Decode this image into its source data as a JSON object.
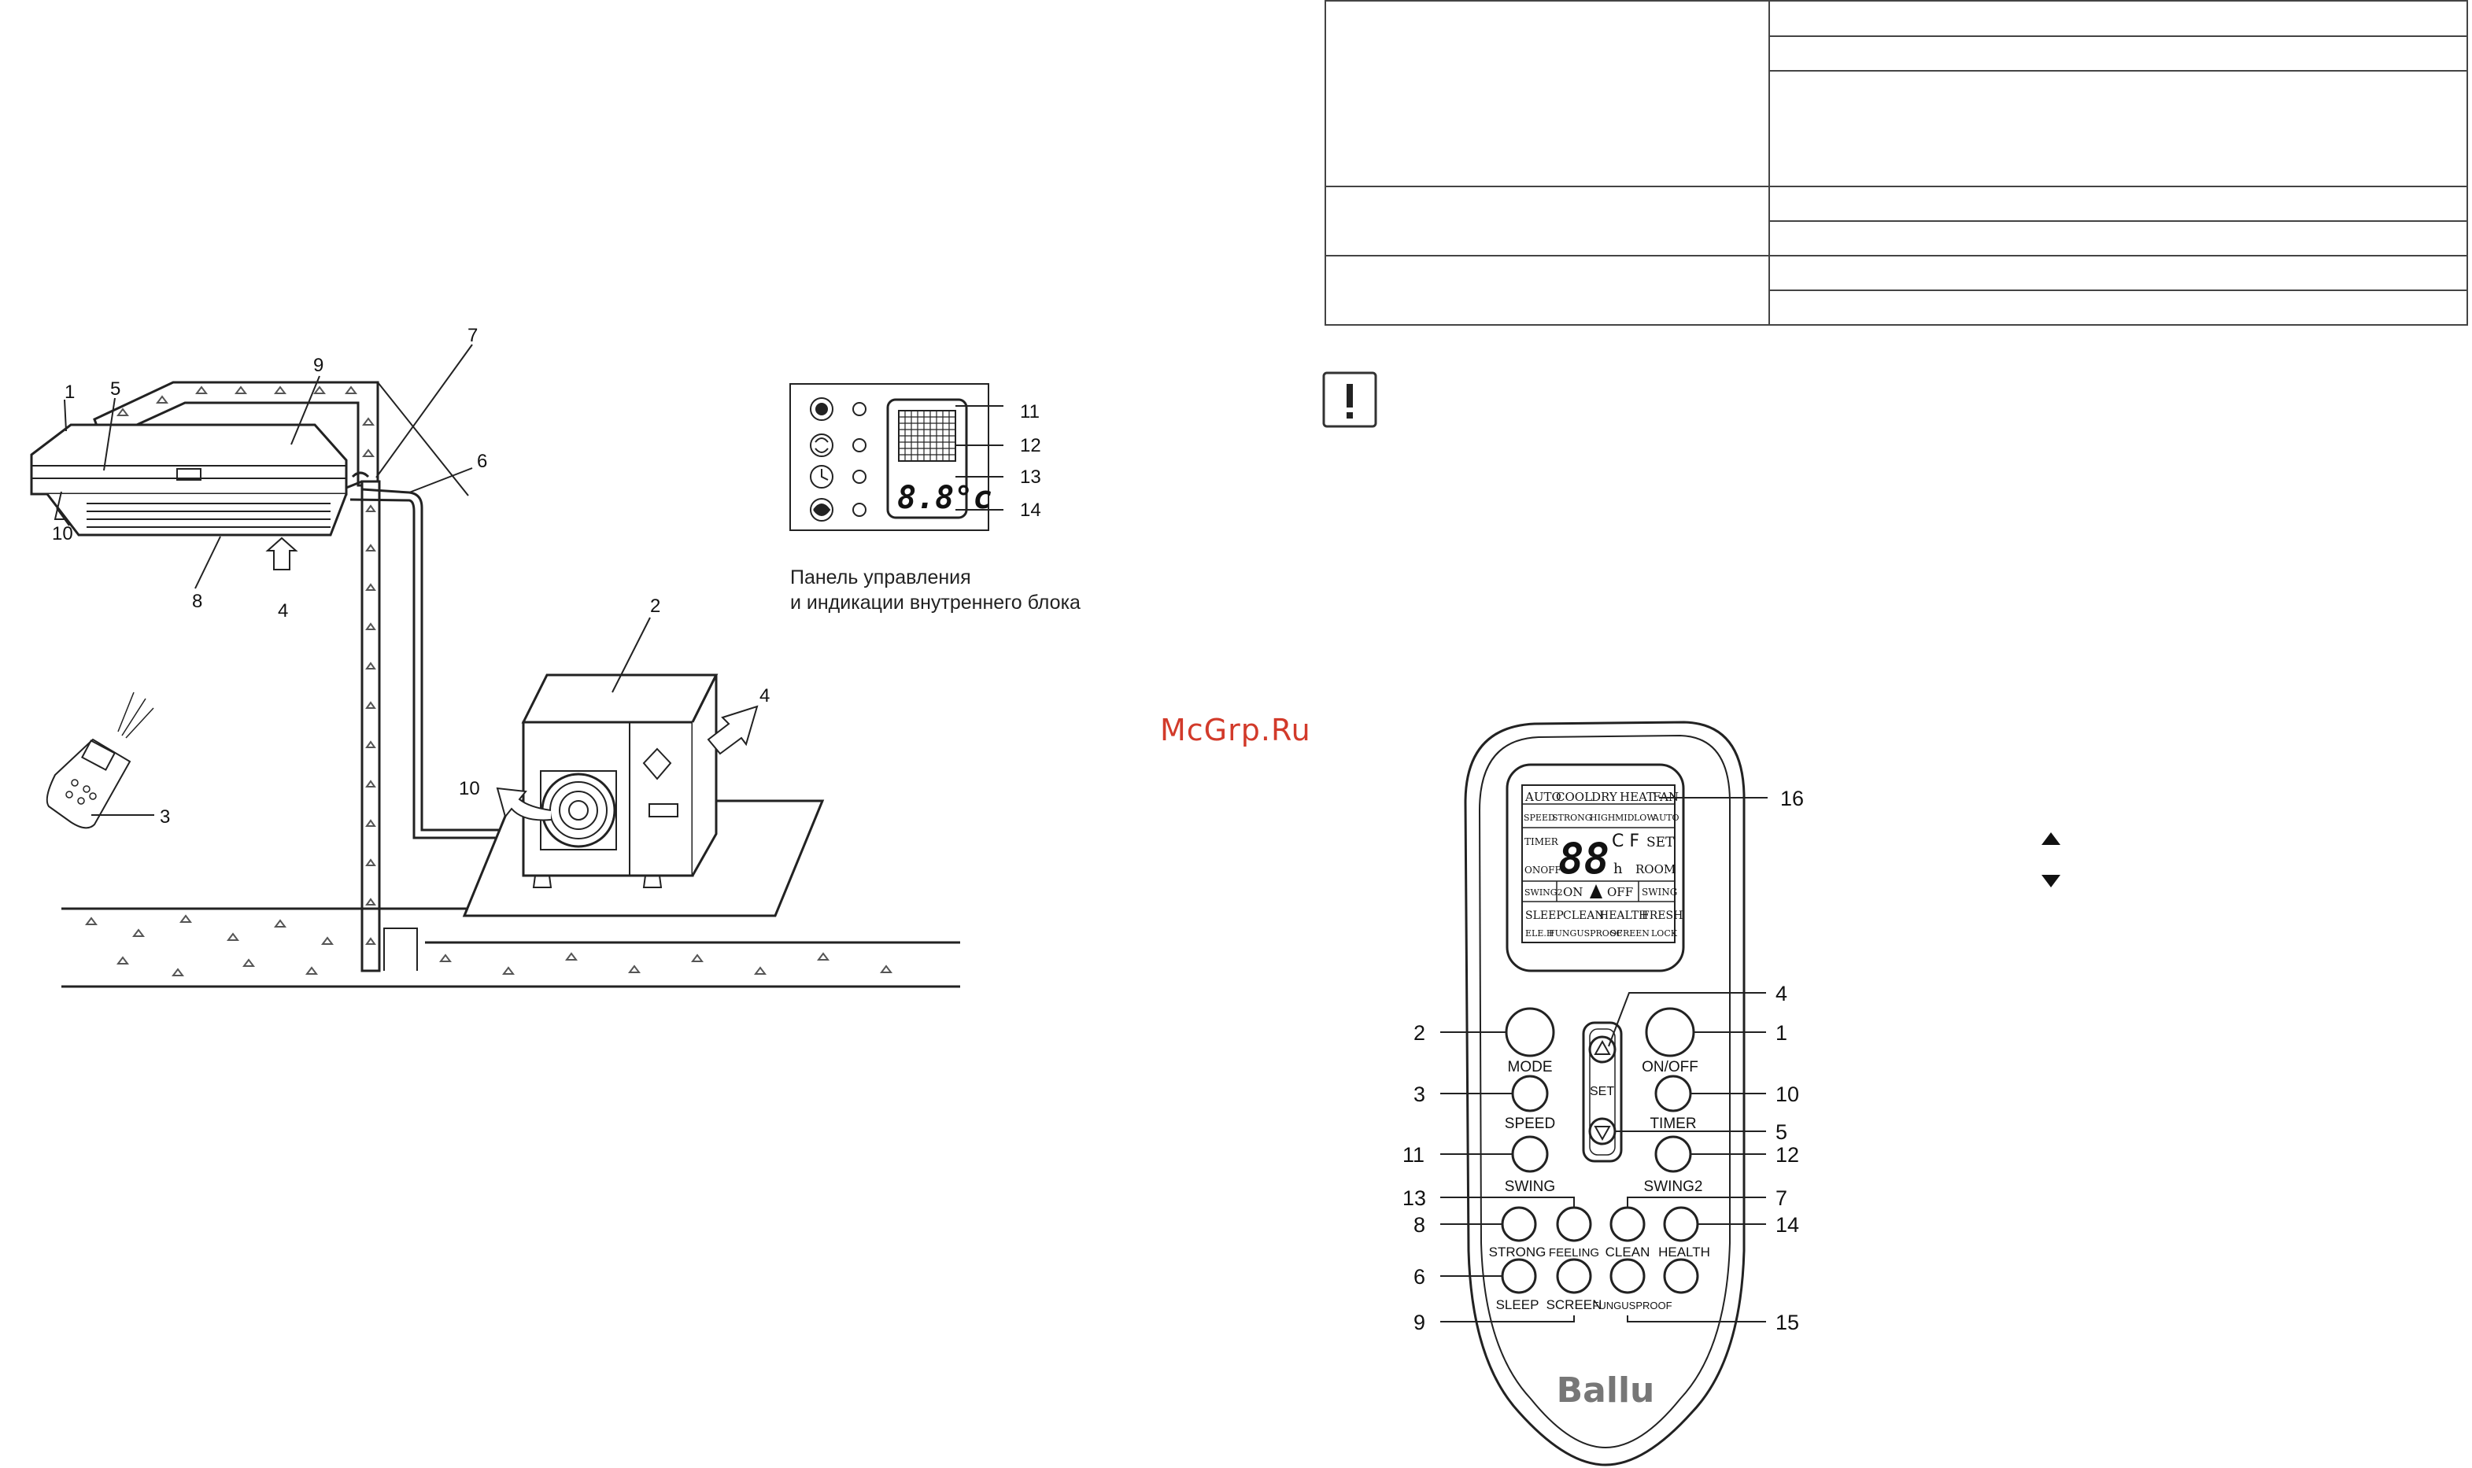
{
  "watermark": "McGrp.Ru",
  "indoor_panel_caption": {
    "line1": "Панель управления",
    "line2": "и индикации внутреннего блока"
  },
  "installation_callouts": [
    "1",
    "5",
    "9",
    "7",
    "6",
    "10",
    "8",
    "4",
    "2",
    "4",
    "10",
    "3"
  ],
  "panel_callouts": [
    "11",
    "12",
    "13",
    "14"
  ],
  "panel_display_text": "8.8°c",
  "remote": {
    "brand": "Ballu",
    "lcd": {
      "row1": [
        "AUTO",
        "COOL",
        "DRY",
        "HEAT",
        "FAN"
      ],
      "row2": [
        "SPEED",
        "STRONG",
        "HIGH",
        "MID",
        "LOW",
        "AUTO"
      ],
      "timer": "TIMER",
      "onoff": "ONOFF",
      "digits": "88",
      "cf": "C F",
      "set": "SET",
      "h": "h",
      "room": "ROOM",
      "swing2": "SWING2",
      "on": "ON",
      "off": "OFF",
      "swing": "SWING",
      "row5": [
        "SLEEP",
        "CLEAN",
        "HEALTH",
        "FRESH"
      ],
      "row6": [
        "ELE.H",
        "FUNGUSPROOF",
        "SCREEN",
        "LOCK"
      ]
    },
    "set_label": "SET",
    "buttons": {
      "mode": "MODE",
      "onoff": "ON/OFF",
      "speed": "SPEED",
      "timer": "TIMER",
      "swing": "SWING",
      "swing2": "SWING2",
      "strong": "STRONG",
      "feeling": "FEELING",
      "clean": "CLEAN",
      "health": "HEALTH",
      "sleep": "SLEEP",
      "screen": "SCREEN",
      "fungusproof": "FUNGUSPROOF"
    },
    "callouts": {
      "lcd": "16",
      "up": "4",
      "mode": "2",
      "onoff": "1",
      "speed": "3",
      "timer": "10",
      "down": "5",
      "swing": "11",
      "swing2": "12",
      "feeling": "13",
      "clean": "7",
      "strong": "8",
      "health": "14",
      "sleep": "6",
      "screen": "9",
      "fungusproof": "15"
    }
  },
  "notice_icon": "exclamation-icon",
  "arrow_icons": [
    "up-triangle-icon",
    "down-triangle-icon"
  ]
}
